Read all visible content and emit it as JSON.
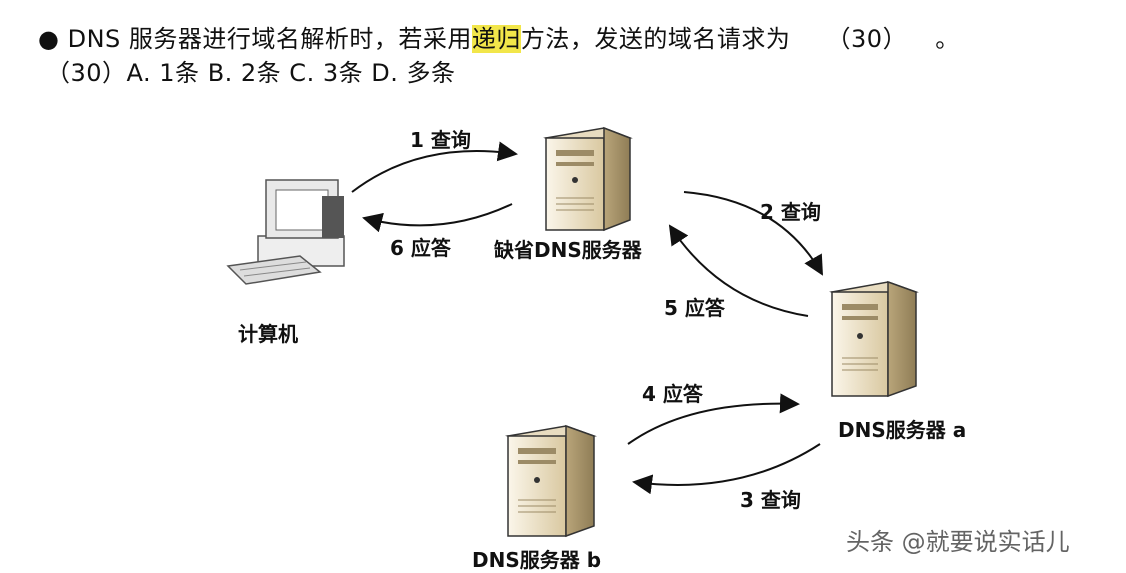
{
  "question": {
    "bullet": "●",
    "line1_before": "DNS 服务器进行域名解析时，若采用",
    "line1_highlight": "递归",
    "line1_after": "方法，发送的域名请求为",
    "blank": "（30）",
    "period": "。",
    "line2": "（30）A. 1条 B. 2条 C. 3条 D. 多条"
  },
  "diagram": {
    "nodes": {
      "computer": "计算机",
      "default_dns": "缺省DNS服务器",
      "dns_a": "DNS服务器 a",
      "dns_b": "DNS服务器 b"
    },
    "arrows": {
      "a1": "1 查询",
      "a2": "2 查询",
      "a3": "3 查询",
      "a4": "4 应答",
      "a5": "5 应答",
      "a6": "6 应答"
    }
  },
  "watermark": "头条 @就要说实话儿"
}
